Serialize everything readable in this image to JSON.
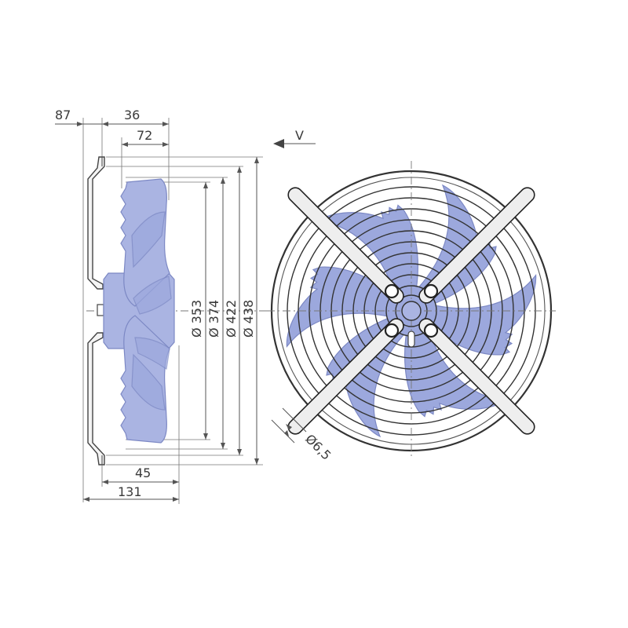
{
  "side_view": {
    "dims": {
      "d87": "87",
      "d36": "36",
      "d72": "72",
      "d45": "45",
      "d131": "131"
    },
    "diameters": {
      "d353": "Ø 353",
      "d374": "Ø 374",
      "d422": "Ø 422",
      "d438": "Ø 438"
    }
  },
  "front_view": {
    "view_label": "V",
    "hole_label": "Ø6,5"
  },
  "colors": {
    "blade": "#9ca8dd",
    "line": "#333333"
  },
  "icons": {
    "view_arrow": "arrow-left-icon"
  }
}
